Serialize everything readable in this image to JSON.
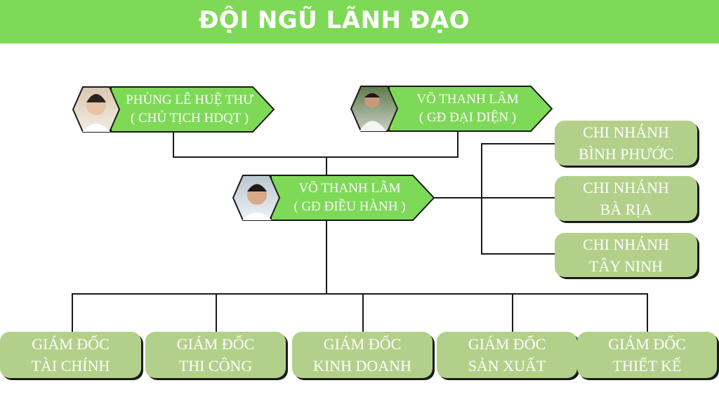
{
  "header": {
    "title": "ĐỘI NGŨ LÃNH ĐẠO"
  },
  "leaders": [
    {
      "name": "PHÙNG LÊ HUỆ THƯ",
      "role": "( CHỦ TỊCH HDQT )"
    },
    {
      "name": "VÕ THANH LÂM",
      "role": "( GĐ ĐẠI DIỆN )"
    },
    {
      "name": "VÕ THANH LÂM",
      "role": "( GĐ ĐIỀU HÀNH )"
    }
  ],
  "branches": [
    {
      "line1": "CHI NHÁNH",
      "line2": "BÌNH PHƯỚC"
    },
    {
      "line1": "CHI NHÁNH",
      "line2": "BÀ RỊA"
    },
    {
      "line1": "CHI NHÁNH",
      "line2": "TÂY NINH"
    }
  ],
  "directors": [
    {
      "line1": "GIÁM ĐỐC",
      "line2": "TÀI CHÍNH"
    },
    {
      "line1": "GIÁM ĐỐC",
      "line2": "THI CÔNG"
    },
    {
      "line1": "GIÁM ĐỐC",
      "line2": "KINH DOANH"
    },
    {
      "line1": "GIÁM ĐỐC",
      "line2": "SẢN XUẤT"
    },
    {
      "line1": "GIÁM ĐỐC",
      "line2": "THIẾT KẾ"
    }
  ],
  "colors": {
    "header": "#7ed957",
    "banner": "#7ed957",
    "box": "#b3d08a",
    "line": "#1a1a1a"
  }
}
